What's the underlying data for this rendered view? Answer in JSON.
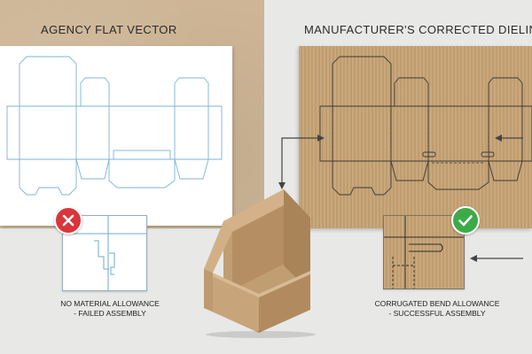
{
  "left_panel": {
    "title": "AGENCY FLAT VECTOR",
    "caption_line1": "NO MATERIAL ALLOWANCE",
    "caption_line2": "- FAILED ASSEMBLY",
    "badge_icon": "x-cross-icon",
    "dieline_color": "#7fb3d6"
  },
  "right_panel": {
    "title": "MANUFACTURER'S CORRECTED DIELINE",
    "caption_line1": "CORRUGATED BEND ALLOWANCE",
    "caption_line2": "- SUCCESSFUL ASSEMBLY",
    "badge_icon": "check-mark-icon",
    "dieline_color": "#3c3a36"
  },
  "colors": {
    "kraft": "#cdb595",
    "corrugated": "#c9a87c",
    "fail_red": "#d9353a",
    "success_green": "#3daa48"
  }
}
